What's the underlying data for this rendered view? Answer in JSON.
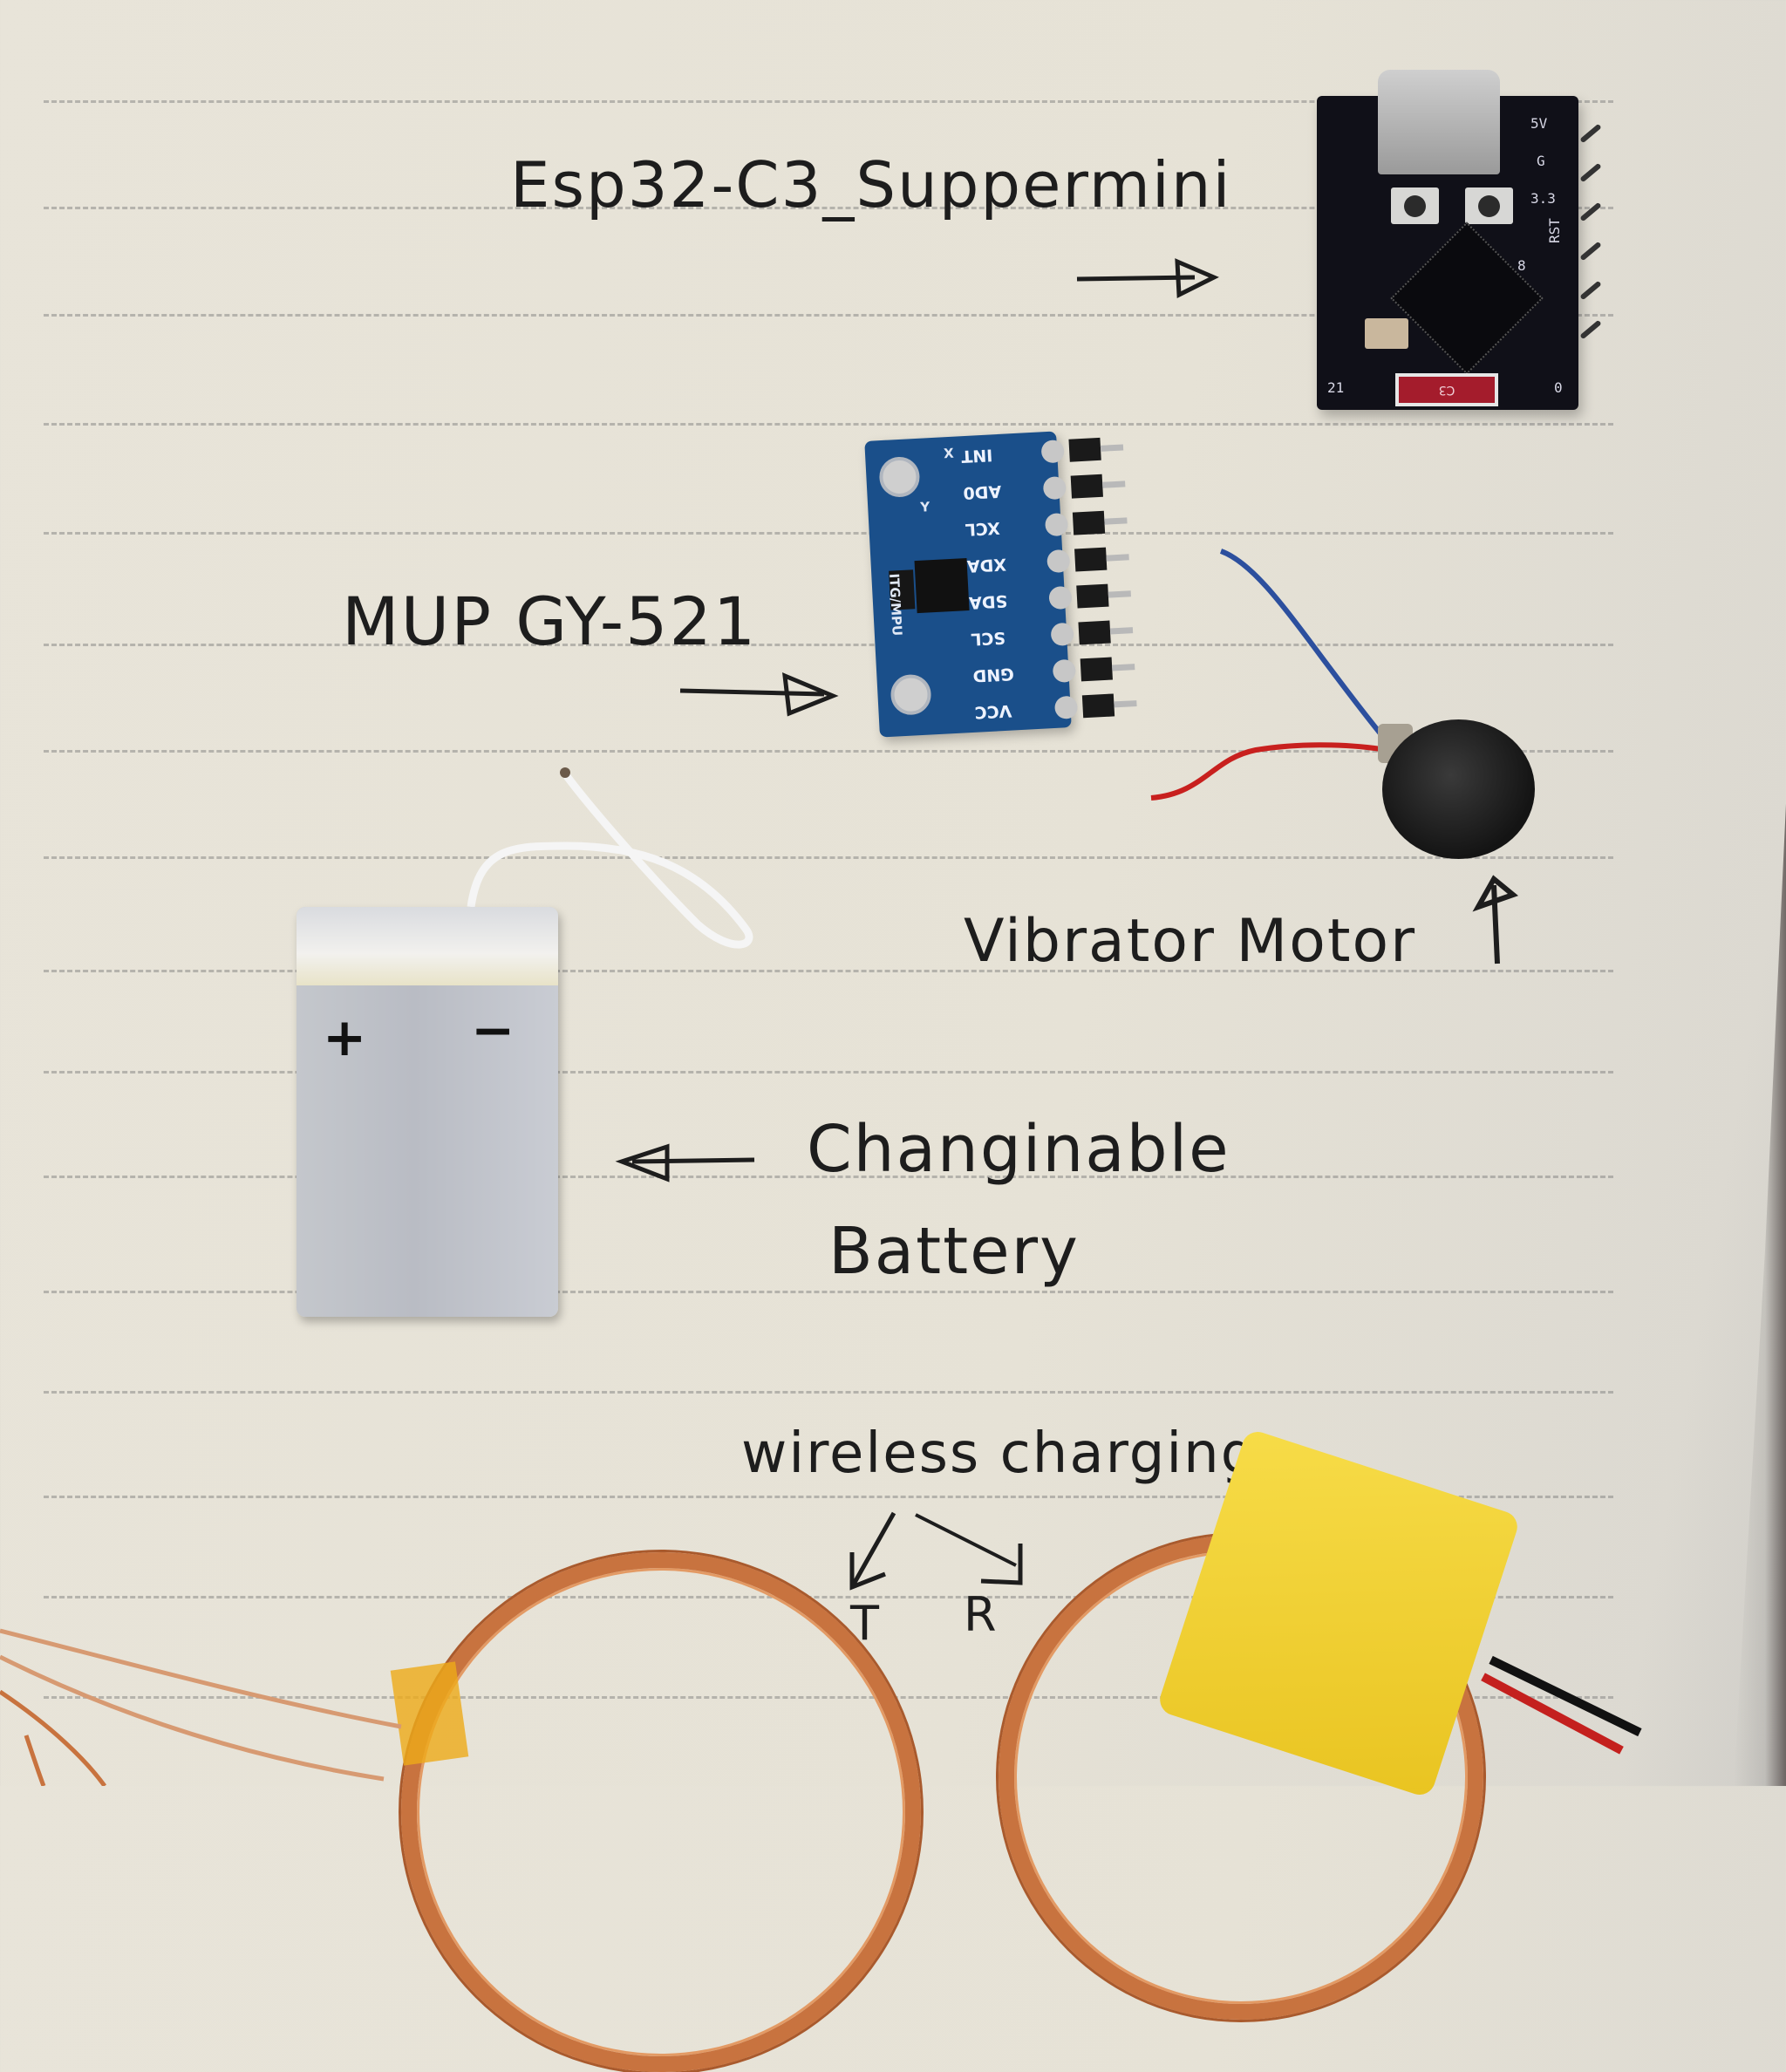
{
  "scene": {
    "description": "Handwritten notebook page with labeled electronic components",
    "paper_color": "#e6e2d6",
    "ink_color": "#1d1d1d"
  },
  "labels": {
    "esp32": "Esp32-C3_Suppermini",
    "mpu": "MUP GY-521",
    "motor": "Vibrator Motor",
    "battery_line1": "Changinable",
    "battery_line2": "Battery",
    "wireless": "wireless charging",
    "transmit": "T",
    "receive": "R"
  },
  "components": {
    "esp32_board": {
      "name": "ESP32-C3 SuperMini",
      "silkscreen": [
        "5V",
        "G",
        "3.3",
        "RST",
        "8",
        "21",
        "0",
        "C3"
      ],
      "board_color": "#101018"
    },
    "mpu_board": {
      "name": "GY-521 MPU-6050",
      "pins": [
        "INT",
        "AD0",
        "XCL",
        "XDA",
        "SDA",
        "SCL",
        "GND",
        "VCC"
      ],
      "silkscreen_side": "ITG/MPU",
      "axis_labels": [
        "X",
        "Y"
      ],
      "board_color": "#1a4f8a"
    },
    "motor": {
      "name": "Coin vibration motor",
      "wire_colors": [
        "#2c4f9e",
        "#c8201e"
      ]
    },
    "battery": {
      "name": "LiPo pouch battery",
      "polarity": [
        "+",
        "−"
      ]
    },
    "coils": {
      "name": "Wireless charging coils",
      "count": 2,
      "color": "#c8733f"
    },
    "receiver_module": {
      "color": "#f2d23a",
      "wire_colors": [
        "#c4201e",
        "#111111"
      ]
    }
  }
}
